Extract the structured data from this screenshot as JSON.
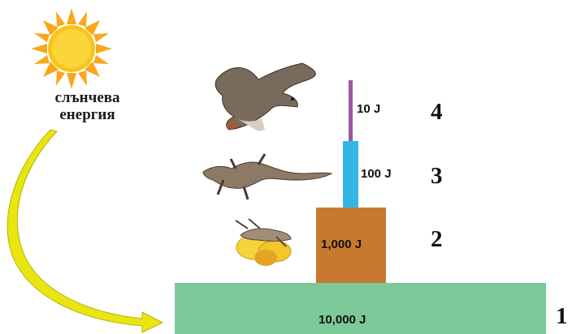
{
  "source": {
    "label_line1": "слънчева",
    "label_line2": "енергия"
  },
  "levels": [
    {
      "number": "1",
      "energy": "10,000 J"
    },
    {
      "number": "2",
      "energy": "1,000 J"
    },
    {
      "number": "3",
      "energy": "100 J"
    },
    {
      "number": "4",
      "energy": "10 J"
    }
  ],
  "icons": {
    "sun": "sun-icon",
    "arrow": "curved-arrow-icon",
    "plant": "flower-plant-icon",
    "grasshopper": "grasshopper-icon",
    "lizard": "lizard-icon",
    "hawk": "hawk-icon"
  },
  "colors": {
    "level1": "#7dc899",
    "level2": "#c77a2f",
    "level3": "#33b5e6",
    "level4": "#9b57a0",
    "sun": "#f5c21b",
    "arrow": "#e8e610"
  }
}
